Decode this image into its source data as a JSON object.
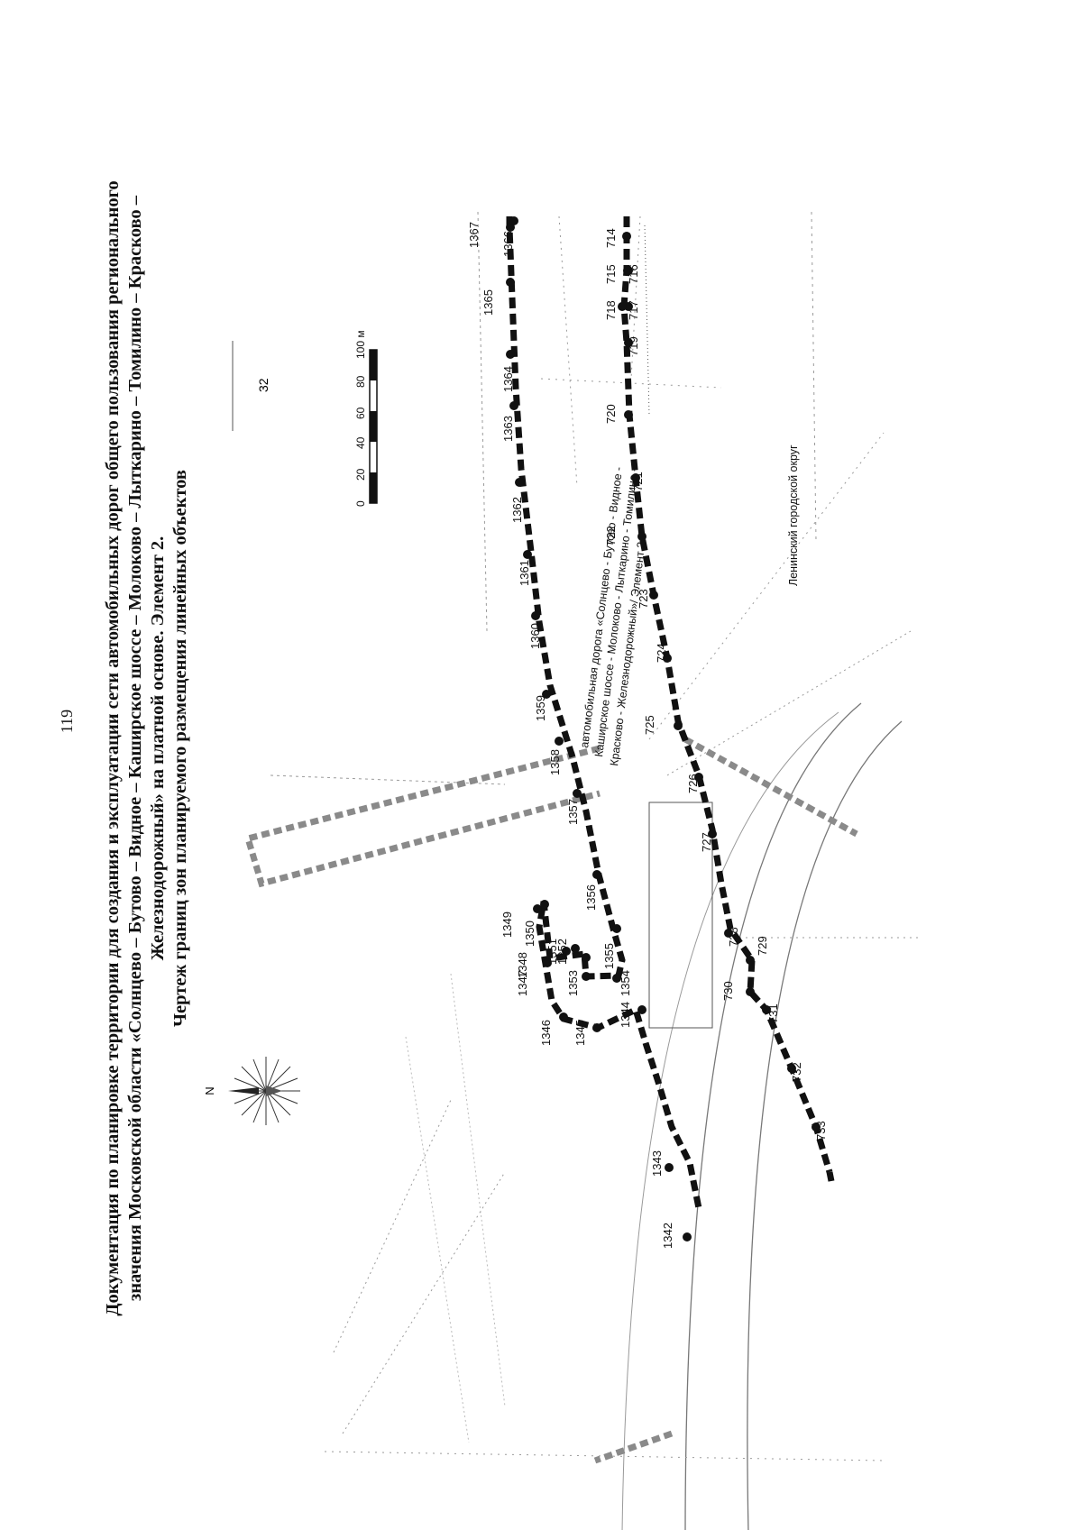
{
  "page_number": "119",
  "sheet_number": "32",
  "title": {
    "line1": "Документация по планировке территории для создания и эксплуатации сети автомобильных дорог общего пользования регионального",
    "line2": "значения Московской области «Солнцево – Бутово – Видное – Каширское шоссе – Молоково – Лыткарино – Томилино – Красково –",
    "line3": "Железнодорожный» на платной основе. Элемент 2.",
    "line4": "Чертеж границ зон планируемого размещения линейных объектов"
  },
  "north_label": "N",
  "scale_bar": {
    "ticks": [
      "0",
      "20",
      "40",
      "60",
      "80",
      "100 м"
    ]
  },
  "road_label": {
    "line1": "автомобильная дорога «Солнцево - Бутово - Видное -",
    "line2": "Каширское шоссе - Молоково - Лыткарино - Томилино -",
    "line3": "Красково - Железнодорожный»/ Элемент 2."
  },
  "district_label": "Ленинский городской округ",
  "points_upper": [
    "1342",
    "1343",
    "1344",
    "1345",
    "1346",
    "1347",
    "1348",
    "1349",
    "1350",
    "1351",
    "1352",
    "1353",
    "1354",
    "1355",
    "1356",
    "1357",
    "1358",
    "1359",
    "1360",
    "1361",
    "1362",
    "1363",
    "1364",
    "1365",
    "1366",
    "1367"
  ],
  "points_lower": [
    "714",
    "715",
    "716",
    "717",
    "718",
    "719",
    "720",
    "721",
    "722",
    "723",
    "724",
    "725",
    "726",
    "727",
    "728",
    "729",
    "730",
    "731",
    "732",
    "733"
  ],
  "colors": {
    "boundary": "#111111",
    "zone_outline": "#8a8a8a",
    "base_map": "#9a9a9a"
  }
}
